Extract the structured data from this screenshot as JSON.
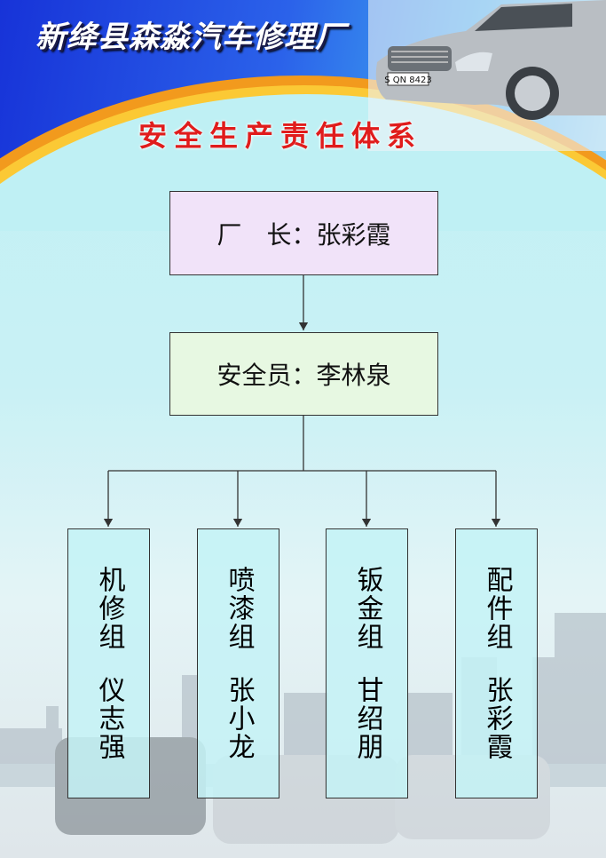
{
  "header": {
    "company": "新绛县森淼汽车修理厂",
    "subtitle": "安全生产责任体系",
    "plate": "S QN 8423"
  },
  "chart": {
    "director": {
      "label": "厂　长：张彩霞"
    },
    "safety_officer": {
      "label": "安全员：李林泉"
    },
    "groups": [
      {
        "name": "机修组",
        "leader": "仪志强"
      },
      {
        "name": "喷漆组",
        "leader": "张小龙"
      },
      {
        "name": "钣金组",
        "leader": "甘绍朋"
      },
      {
        "name": "配件组",
        "leader": "张彩霞"
      }
    ]
  },
  "colors": {
    "title_red": "#e01c1c",
    "header_blue": "#1733d8",
    "arc_orange": "#f29a1d"
  }
}
